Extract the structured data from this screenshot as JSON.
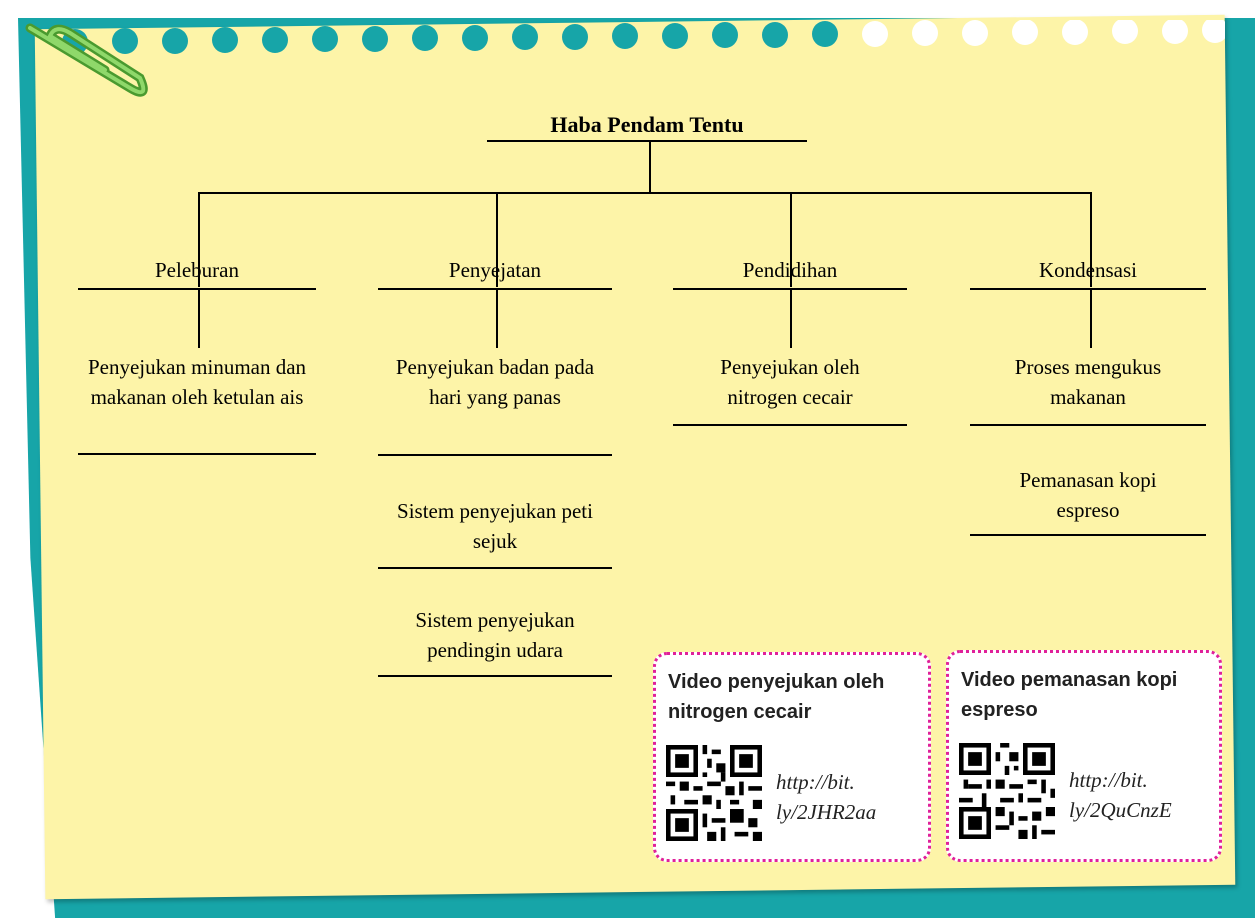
{
  "diagram": {
    "title": "Haba Pendam Tentu",
    "categories": [
      {
        "label": "Peleburan",
        "examples": [
          "Penyejukan minuman dan makanan oleh ketulan ais"
        ]
      },
      {
        "label": "Penyejatan",
        "examples": [
          "Penyejukan badan pada hari yang panas",
          "Sistem penyejukan peti sejuk",
          "Sistem penyejukan pendingin udara"
        ]
      },
      {
        "label": "Pendidihan",
        "examples": [
          "Penyejukan oleh nitrogen cecair"
        ]
      },
      {
        "label": "Kondensasi",
        "examples": [
          "Proses mengukus makanan",
          "Pemanasan kopi espreso"
        ]
      }
    ]
  },
  "video_cards": [
    {
      "title": "Video penyejukan oleh nitrogen cecair",
      "url_line1": "http://bit.",
      "url_line2": "ly/2JHR2aa",
      "icon": "qr-code-icon"
    },
    {
      "title": "Video pemanasan kopi espreso",
      "url_line1": "http://bit.",
      "url_line2": "ly/2QuCnzE",
      "icon": "qr-code-icon"
    }
  ],
  "colors": {
    "note": "#fdf4a8",
    "teal": "#17a5a8",
    "card_border": "#e0209a",
    "clip": "#6cc04a"
  }
}
